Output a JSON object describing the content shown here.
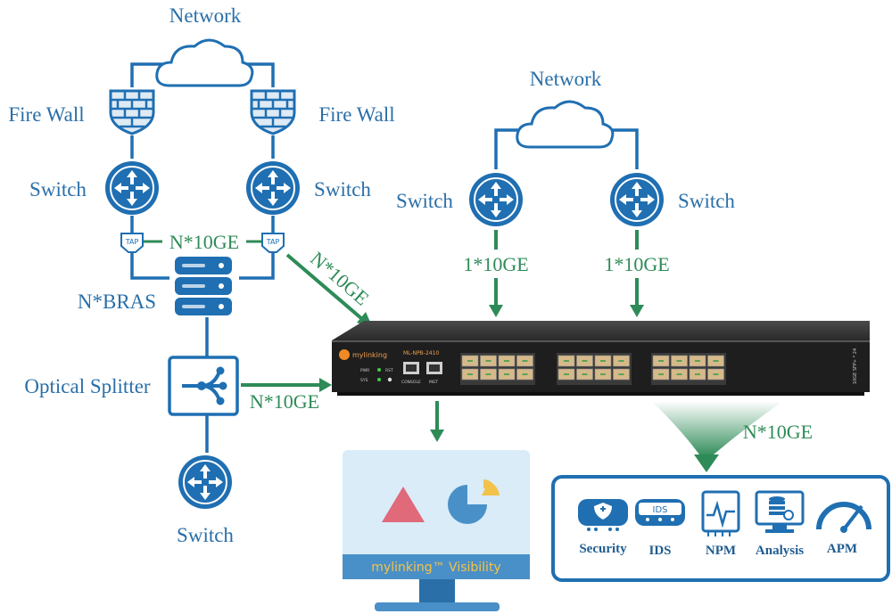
{
  "left_network": {
    "network_label": "Network",
    "firewall_left_label": "Fire Wall",
    "firewall_right_label": "Fire Wall",
    "switch_left_label": "Switch",
    "switch_right_label": "Switch",
    "tap_label": "TAP",
    "tap_link_label": "N*10GE",
    "bras_label": "N*BRAS",
    "splitter_label": "Optical Splitter",
    "bottom_switch_label": "Switch"
  },
  "right_network": {
    "network_label": "Network",
    "switch_left_label": "Switch",
    "switch_right_label": "Switch",
    "link_left_label": "1*10GE",
    "link_right_label": "1*10GE"
  },
  "links": {
    "tap_to_device": "N*10GE",
    "splitter_to_device": "N*10GE",
    "device_to_tools": "N*10GE"
  },
  "device": {
    "brand": "mylinking",
    "model": "ML-NPB-2410",
    "leds": [
      "PWR",
      "SYS",
      "RST"
    ],
    "console_label": "CONSOLE",
    "mgt_label": "MGT",
    "side_text": "10GE SFP+ * 24"
  },
  "monitor": {
    "banner": "mylinking™ Visibility"
  },
  "tools": {
    "items": [
      {
        "label": "Security",
        "icon": "shield-appliance-icon"
      },
      {
        "label": "IDS",
        "icon": "ids-appliance-icon"
      },
      {
        "label": "NPM",
        "icon": "network-pulse-icon"
      },
      {
        "label": "Analysis",
        "icon": "database-monitor-icon"
      },
      {
        "label": "APM",
        "icon": "gauge-icon"
      }
    ],
    "ids_badge": "IDS"
  },
  "colors": {
    "blue": "#1f6fb2",
    "green": "#2e8b57",
    "device": "#2a2a2a",
    "monitor_screen": "#d9ecf8",
    "banner": "#4a90c8"
  }
}
